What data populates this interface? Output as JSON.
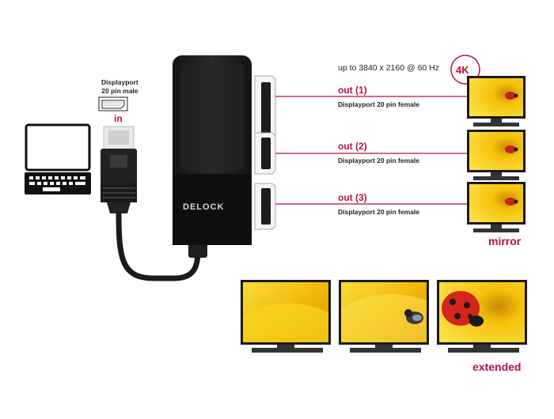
{
  "resolution_note": "up to 3840 x 2160 @ 60 Hz",
  "badge": "4K",
  "input": {
    "connector_line1": "Displayport",
    "connector_line2": "20 pin male",
    "label": "in"
  },
  "outputs": [
    {
      "label": "out (1)",
      "desc": "Displayport 20 pin female"
    },
    {
      "label": "out (2)",
      "desc": "Displayport 20 pin female"
    },
    {
      "label": "out (3)",
      "desc": "Displayport 20 pin female"
    }
  ],
  "brand": "DELOCK",
  "modes": {
    "mirror": "mirror",
    "extended": "extended"
  },
  "colors": {
    "accent": "#b8123a",
    "device": "#1e1e1e",
    "flower": "#f4c20a"
  },
  "icons": [
    "laptop-icon",
    "displayport-connector-icon",
    "monitor-icon",
    "ladybug-icon"
  ]
}
